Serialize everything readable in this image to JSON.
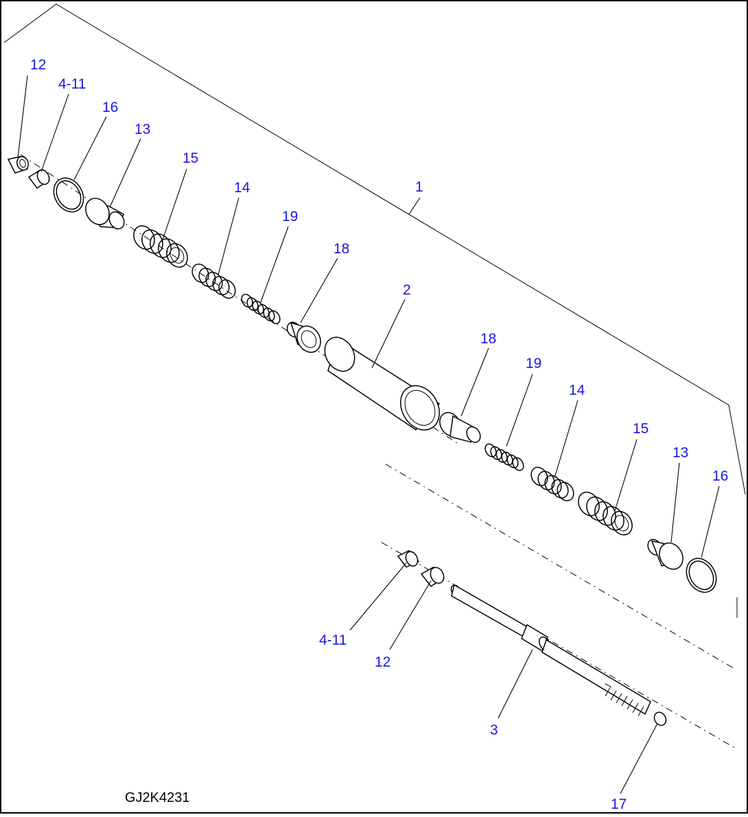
{
  "drawing": {
    "id": "GJ2K4231",
    "callouts": [
      {
        "key": "c12a",
        "text": "12"
      },
      {
        "key": "c411a",
        "text": "4-11"
      },
      {
        "key": "c16a",
        "text": "16"
      },
      {
        "key": "c13a",
        "text": "13"
      },
      {
        "key": "c15a",
        "text": "15"
      },
      {
        "key": "c14a",
        "text": "14"
      },
      {
        "key": "c19a",
        "text": "19"
      },
      {
        "key": "c18a",
        "text": "18"
      },
      {
        "key": "c1",
        "text": "1"
      },
      {
        "key": "c2",
        "text": "2"
      },
      {
        "key": "c18b",
        "text": "18"
      },
      {
        "key": "c19b",
        "text": "19"
      },
      {
        "key": "c14b",
        "text": "14"
      },
      {
        "key": "c15b",
        "text": "15"
      },
      {
        "key": "c13b",
        "text": "13"
      },
      {
        "key": "c16b",
        "text": "16"
      },
      {
        "key": "c411b",
        "text": "4-11"
      },
      {
        "key": "c12b",
        "text": "12"
      },
      {
        "key": "c3",
        "text": "3"
      },
      {
        "key": "c17",
        "text": "17"
      }
    ]
  },
  "colors": {
    "callout": "#1818e6",
    "ink": "#000000",
    "background": "#ffffff"
  }
}
